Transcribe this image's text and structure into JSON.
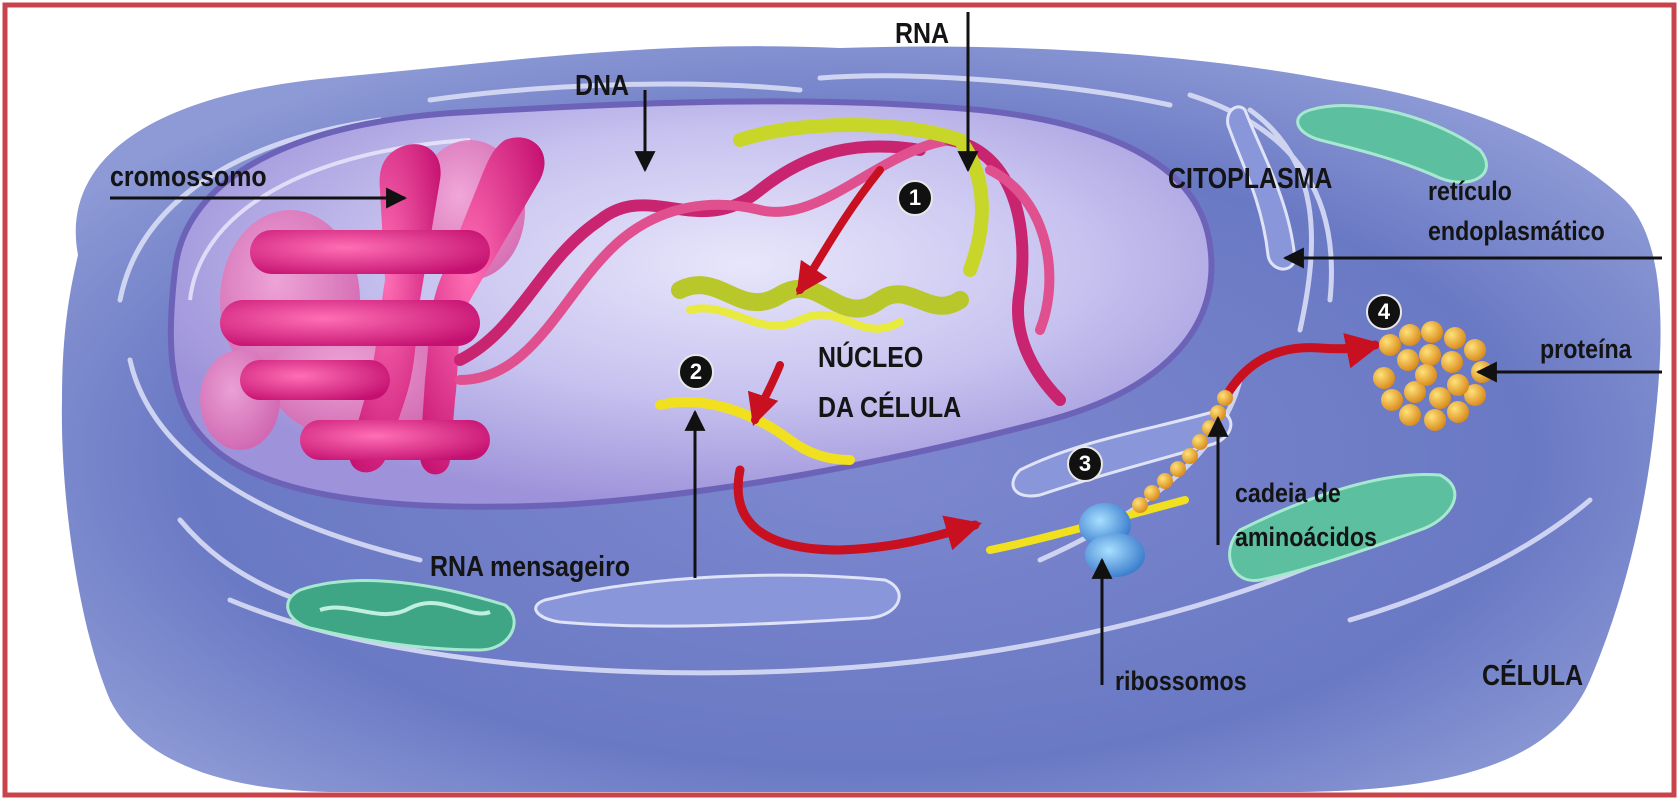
{
  "labels": {
    "cromossomo": "cromossomo",
    "dna": "DNA",
    "rna": "RNA",
    "citoplasma": "CITOPLASMA",
    "reticulo_line1": "retículo",
    "reticulo_line2": "endoplasmático",
    "nucleo_line1": "NÚCLEO",
    "nucleo_line2": "DA CÉLULA",
    "proteina": "proteína",
    "cadeia_line1": "cadeia de",
    "cadeia_line2": "aminoácidos",
    "rna_mensageiro": "RNA mensageiro",
    "ribossomos": "ribossomos",
    "celula": "CÉLULA"
  },
  "steps": [
    "1",
    "2",
    "3",
    "4"
  ],
  "colors": {
    "frame": "#c9444a",
    "cell": "#6f7fc7",
    "nucleus": "#c9c6ef",
    "chromosome": "#d8197a",
    "dna": "#c9246f",
    "rna": "#c8d62a",
    "mrna": "#f0e020",
    "protein": "#e8a020",
    "mitochondria": "#5cc0a0",
    "arrow_red": "#c81020"
  }
}
